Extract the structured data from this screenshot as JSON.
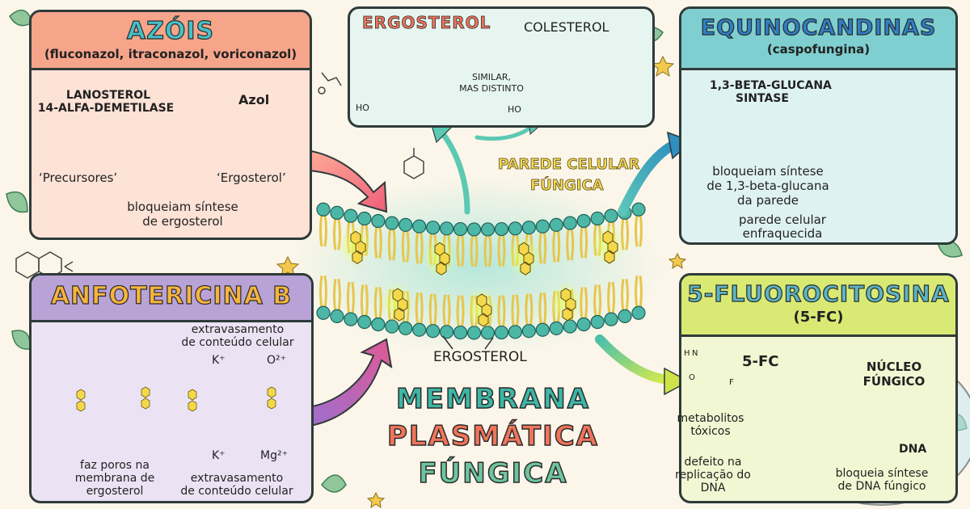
{
  "colors": {
    "azois": "#f6a58b",
    "azois_bg": "#fde2d6",
    "ergo_box_bg": "#e6f5f0",
    "equino": "#7fcfd0",
    "equino_bg": "#dff2f2",
    "anfo": "#b9a3d6",
    "anfo_bg": "#ebe3f4",
    "fluoro": "#d8ea74",
    "fluoro_bg": "#f1f7d2",
    "membrane": "#4cb7a6",
    "lipid_tail": "#e7c64b"
  },
  "azois": {
    "title": "AZÓIS",
    "subtitle": "(fluconazol, itraconazol, voriconazol)",
    "enzyme_line1": "LANOSTEROL",
    "enzyme_line2": "14-ALFA-DEMETILASE",
    "drug": "Azol",
    "precursor": "‘Precursores’",
    "product": "‘Ergosterol’",
    "effect_line1": "bloqueiam síntese",
    "effect_line2": "de ergosterol"
  },
  "compare": {
    "left": "ERGOSTEROL",
    "right": "COLESTEROL",
    "note_line1": "SIMILAR,",
    "note_line2": "MAS DISTINTO",
    "oh": "HO"
  },
  "equino": {
    "title": "EQUINOCANDINAS",
    "subtitle": "(caspofungina)",
    "enzyme_line1": "1,3-BETA-GLUCANA",
    "enzyme_line2": "SINTASE",
    "effect_line1": "bloqueiam síntese",
    "effect_line2": "de 1,3-beta-glucana",
    "effect_line3": "da parede",
    "result_line1": "parede celular",
    "result_line2": "enfraquecida"
  },
  "center": {
    "wall_line1": "PAREDE CELULAR",
    "wall_line2": "FÚNGICA",
    "ergosterol": "ERGOSTEROL",
    "main_line1": "MEMBRANA",
    "main_line2": "PLASMÁTICA",
    "main_line3": "FÚNGICA"
  },
  "anfo": {
    "title": "ANFOTERICINA B",
    "leak_top_line1": "extravasamento",
    "leak_top_line2": "de conteúdo celular",
    "ion_k": "K⁺",
    "ion_o": "O²⁺",
    "ion_k2": "K⁺",
    "ion_mg": "Mg²⁺",
    "pores_line1": "faz poros na",
    "pores_line2": "membrana de",
    "pores_line3": "ergosterol",
    "leak_bottom_line1": "extravasamento",
    "leak_bottom_line2": "de conteúdo celular"
  },
  "fluoro": {
    "title": "5-FLUOROCITOSINA",
    "subtitle": "(5-FC)",
    "drug": "5-FC",
    "nucleus_line1": "NÚCLEO",
    "nucleus_line2": "FÚNGICO",
    "dna": "DNA",
    "metab_line1": "metabolitos",
    "metab_line2": "tóxicos",
    "defect_line1": "defeito na",
    "defect_line2": "replicação do",
    "defect_line3": "DNA",
    "effect_line1": "bloqueia síntese",
    "effect_line2": "de DNA fúngico",
    "atom_n": "N",
    "atom_h": "H",
    "atom_o": "O",
    "atom_f": "F"
  }
}
